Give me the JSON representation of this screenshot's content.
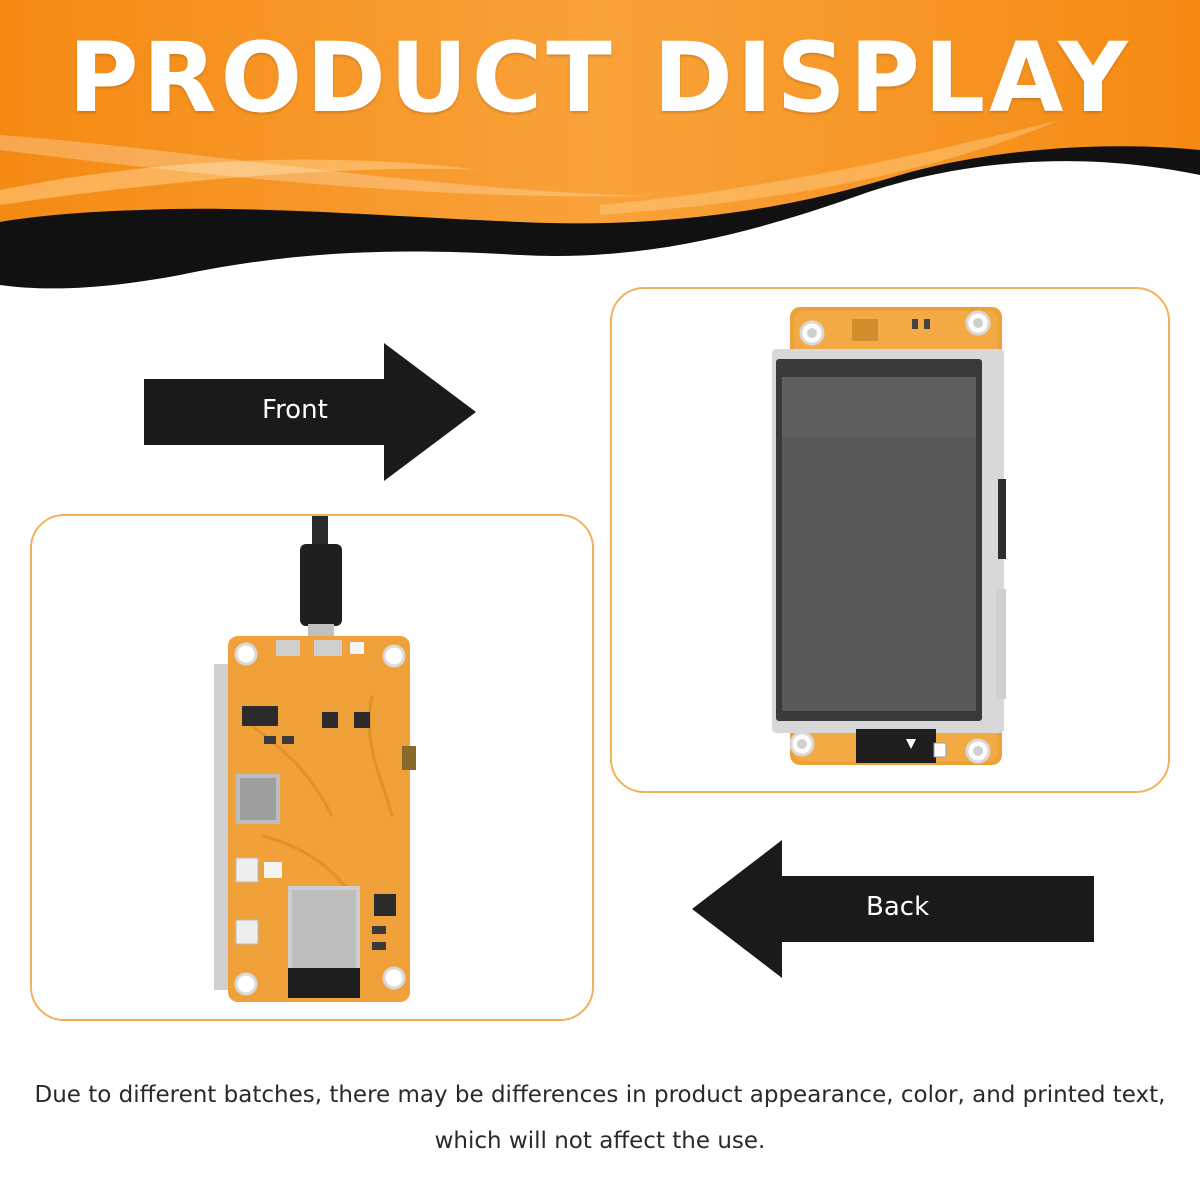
{
  "banner": {
    "title": "PRODUCT DISPLAY",
    "colors": {
      "orange": "#f7941d",
      "dark": "#111111"
    }
  },
  "arrows": {
    "front_label": "Front",
    "back_label": "Back",
    "color": "#1a1a1a"
  },
  "panels": {
    "border_color": "#f2b15b"
  },
  "footer": {
    "disclaimer": "Due to different batches, there may be differences in product appearance, color, and printed text, which will not affect the use."
  }
}
